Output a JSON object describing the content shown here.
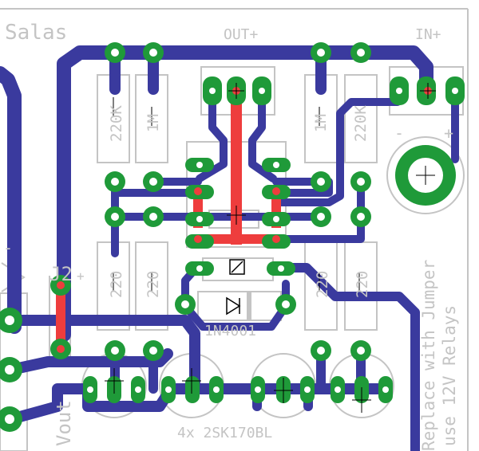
{
  "colors": {
    "background": "#ffffff",
    "bottom_trace": "#3a3a9e",
    "top_trace": "#ee3d3d",
    "pad": "#1f9a39",
    "silkscreen": "#c4c4c4",
    "via_center": "#ffffff"
  },
  "labels": {
    "author": "Salas",
    "out": "OUT+",
    "in": "IN+",
    "jumper": "J2",
    "vout": "Vout",
    "r_220k_a": "220K",
    "r_1m_a": "1M",
    "r_1m_b": "1M",
    "r_220k_b": "220K",
    "r_220_a": "220",
    "r_220_b": "220",
    "r_220_c": "220",
    "r_220_d": "220",
    "diode": "1N4001",
    "transistors": "4x 2SK170BL",
    "note_line1": "Replace with Jumper",
    "note_line2": "use 12V Relays",
    "minus_1": "-",
    "minus_2": "-",
    "plus_1": "+",
    "plus_2": "+"
  }
}
